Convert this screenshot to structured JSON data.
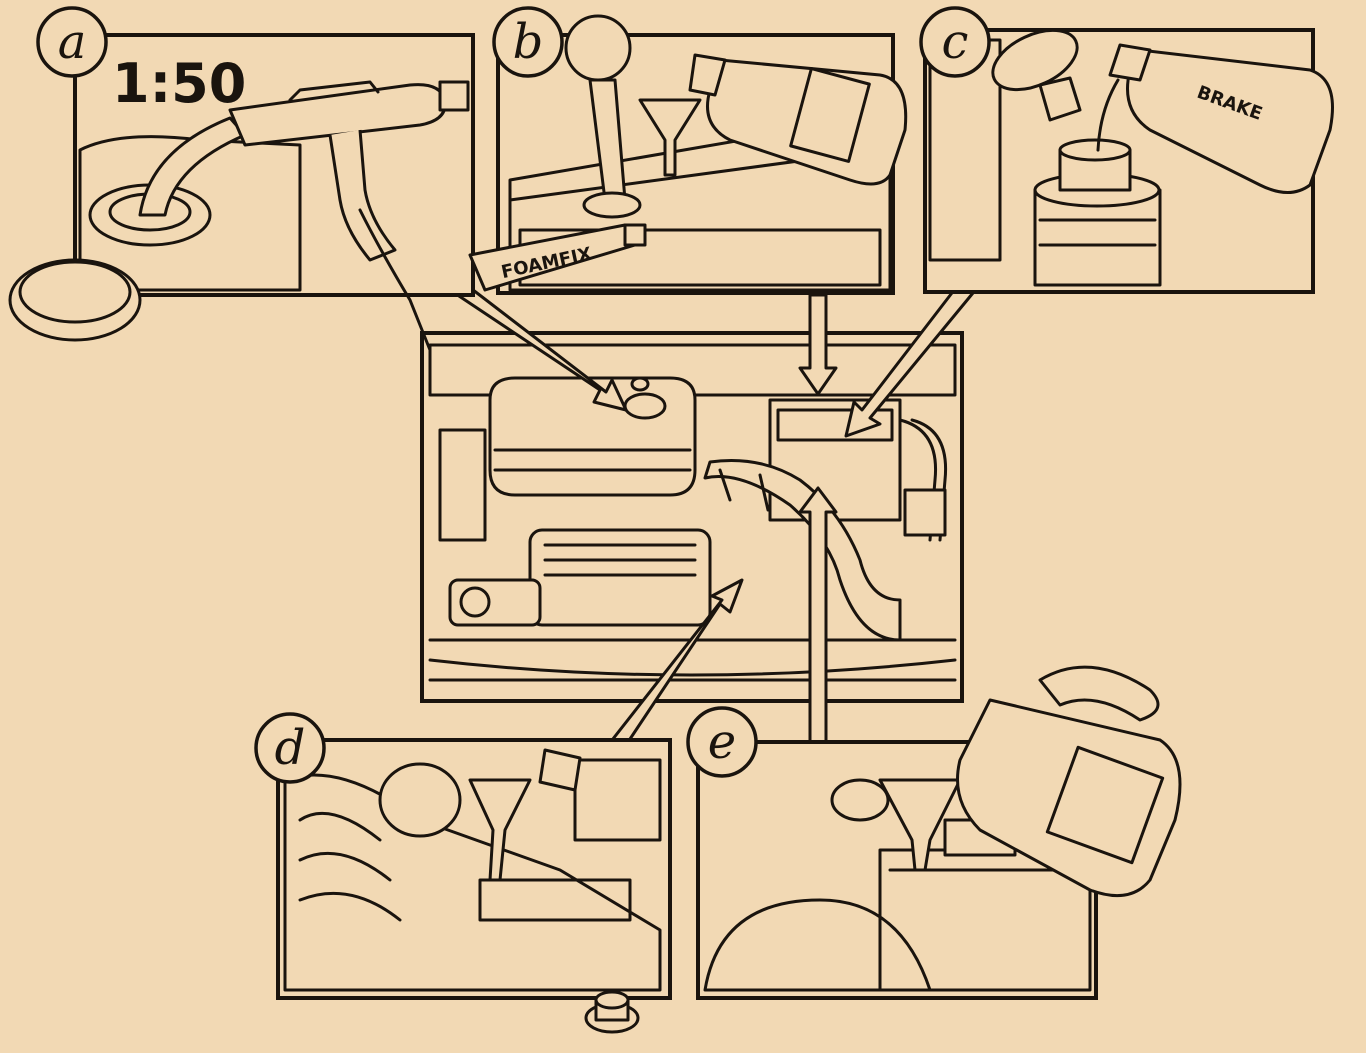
{
  "panels": [
    {
      "id": "a",
      "label": "a",
      "ratio_text": "1:50"
    },
    {
      "id": "b",
      "label": "b",
      "tube_text": "FOAMFIX"
    },
    {
      "id": "c",
      "label": "c",
      "bottle_text": "BRAKE"
    },
    {
      "id": "d",
      "label": "d"
    },
    {
      "id": "e",
      "label": "e"
    }
  ],
  "center": {
    "subject": "engine-compartment"
  }
}
